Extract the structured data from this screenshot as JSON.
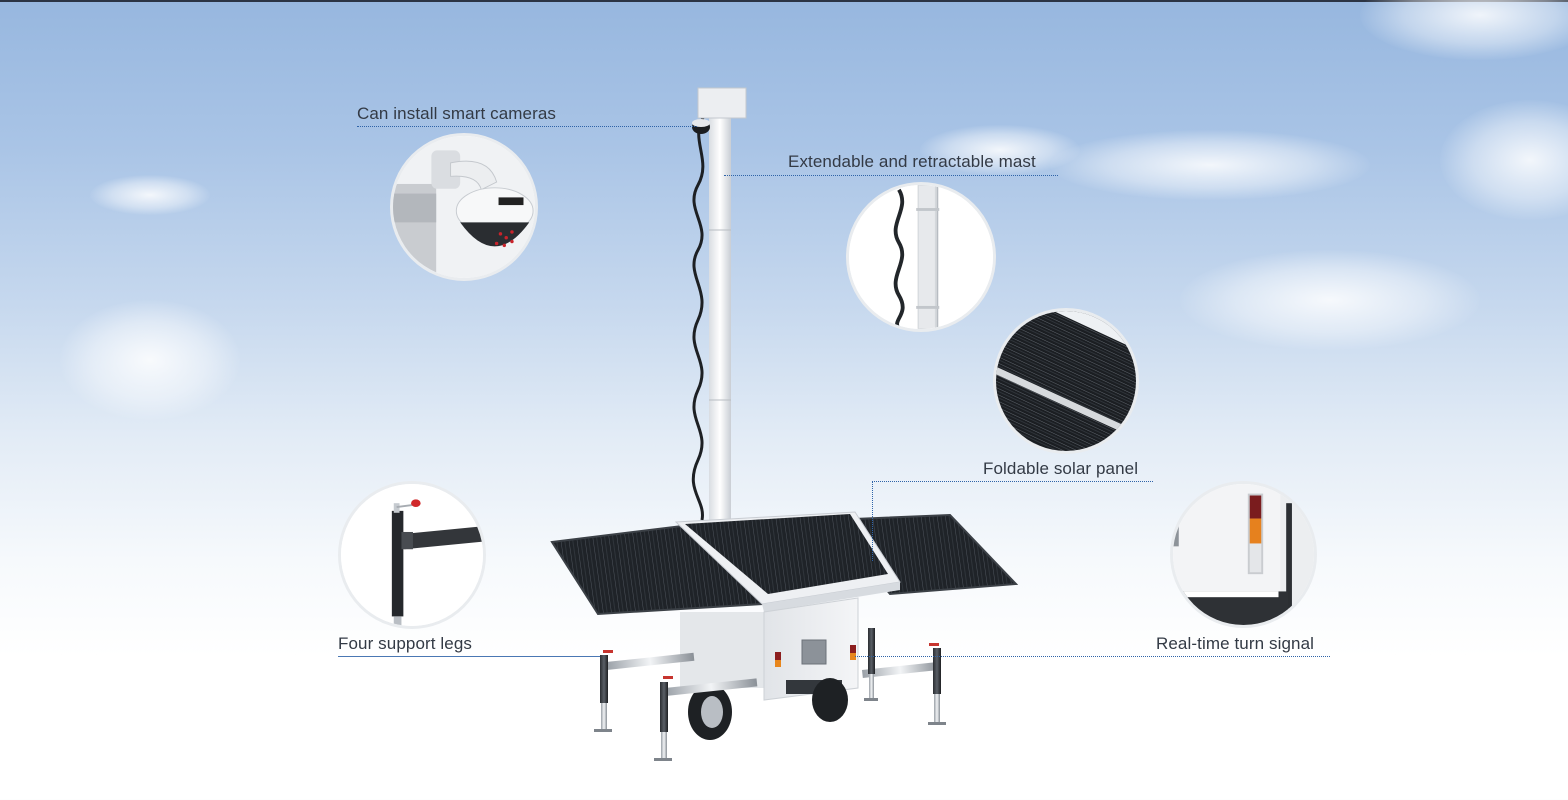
{
  "figure": {
    "subject": "Mobile solar surveillance trailer",
    "background_colors": {
      "sky_top": "#97b7df",
      "sky_mid": "#c6d8ee",
      "ground": "#ffffff"
    },
    "line_color": "#2f64a8",
    "label_color": "#333a45"
  },
  "callouts": [
    {
      "id": "camera",
      "label": "Can install smart cameras",
      "detail_icon": "dome-camera-icon"
    },
    {
      "id": "mast",
      "label": "Extendable and retractable mast",
      "detail_icon": "mast-cable-icon"
    },
    {
      "id": "solar",
      "label": "Foldable solar panel",
      "detail_icon": "solar-cells-icon"
    },
    {
      "id": "legs",
      "label": "Four support legs",
      "detail_icon": "support-leg-icon"
    },
    {
      "id": "signal",
      "label": "Real-time turn signal",
      "detail_icon": "turn-signal-light-icon"
    }
  ]
}
